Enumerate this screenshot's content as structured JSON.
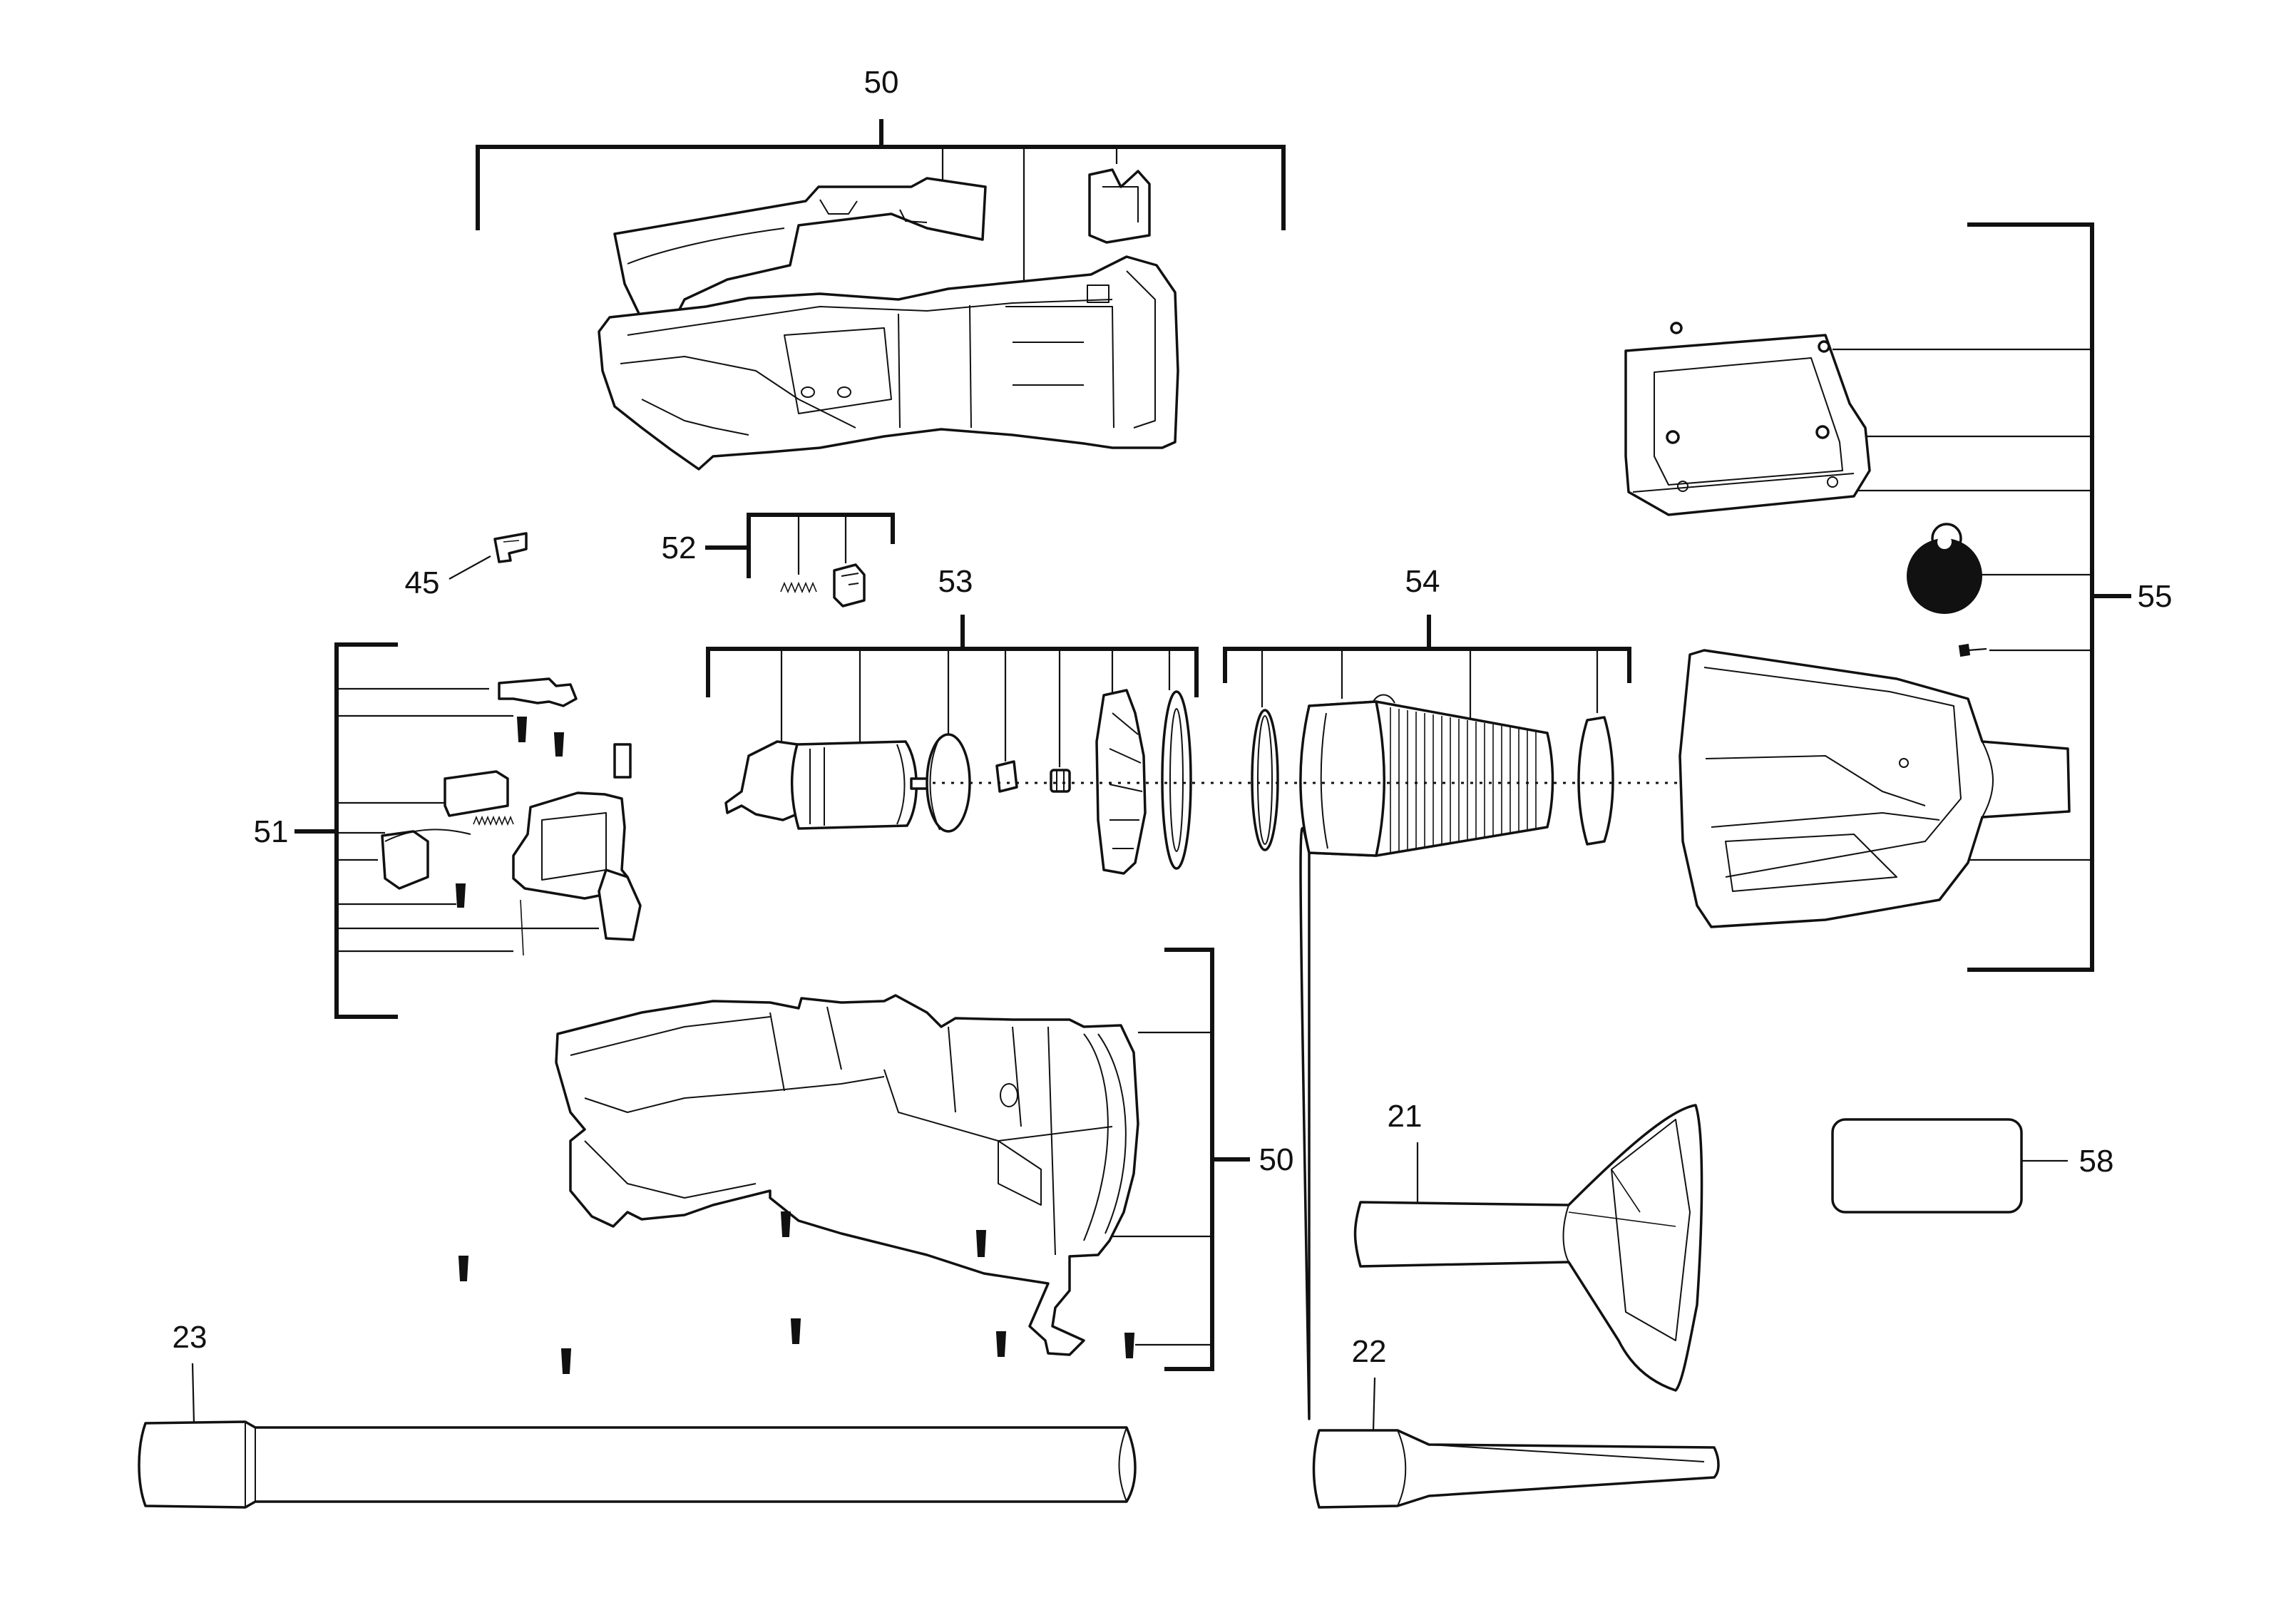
{
  "callouts": {
    "c50_top": "50",
    "c50_bottom": "50",
    "c45": "45",
    "c52": "52",
    "c53": "53",
    "c54": "54",
    "c55": "55",
    "c51": "51",
    "c21": "21",
    "c58": "58",
    "c23": "23",
    "c22": "22"
  }
}
